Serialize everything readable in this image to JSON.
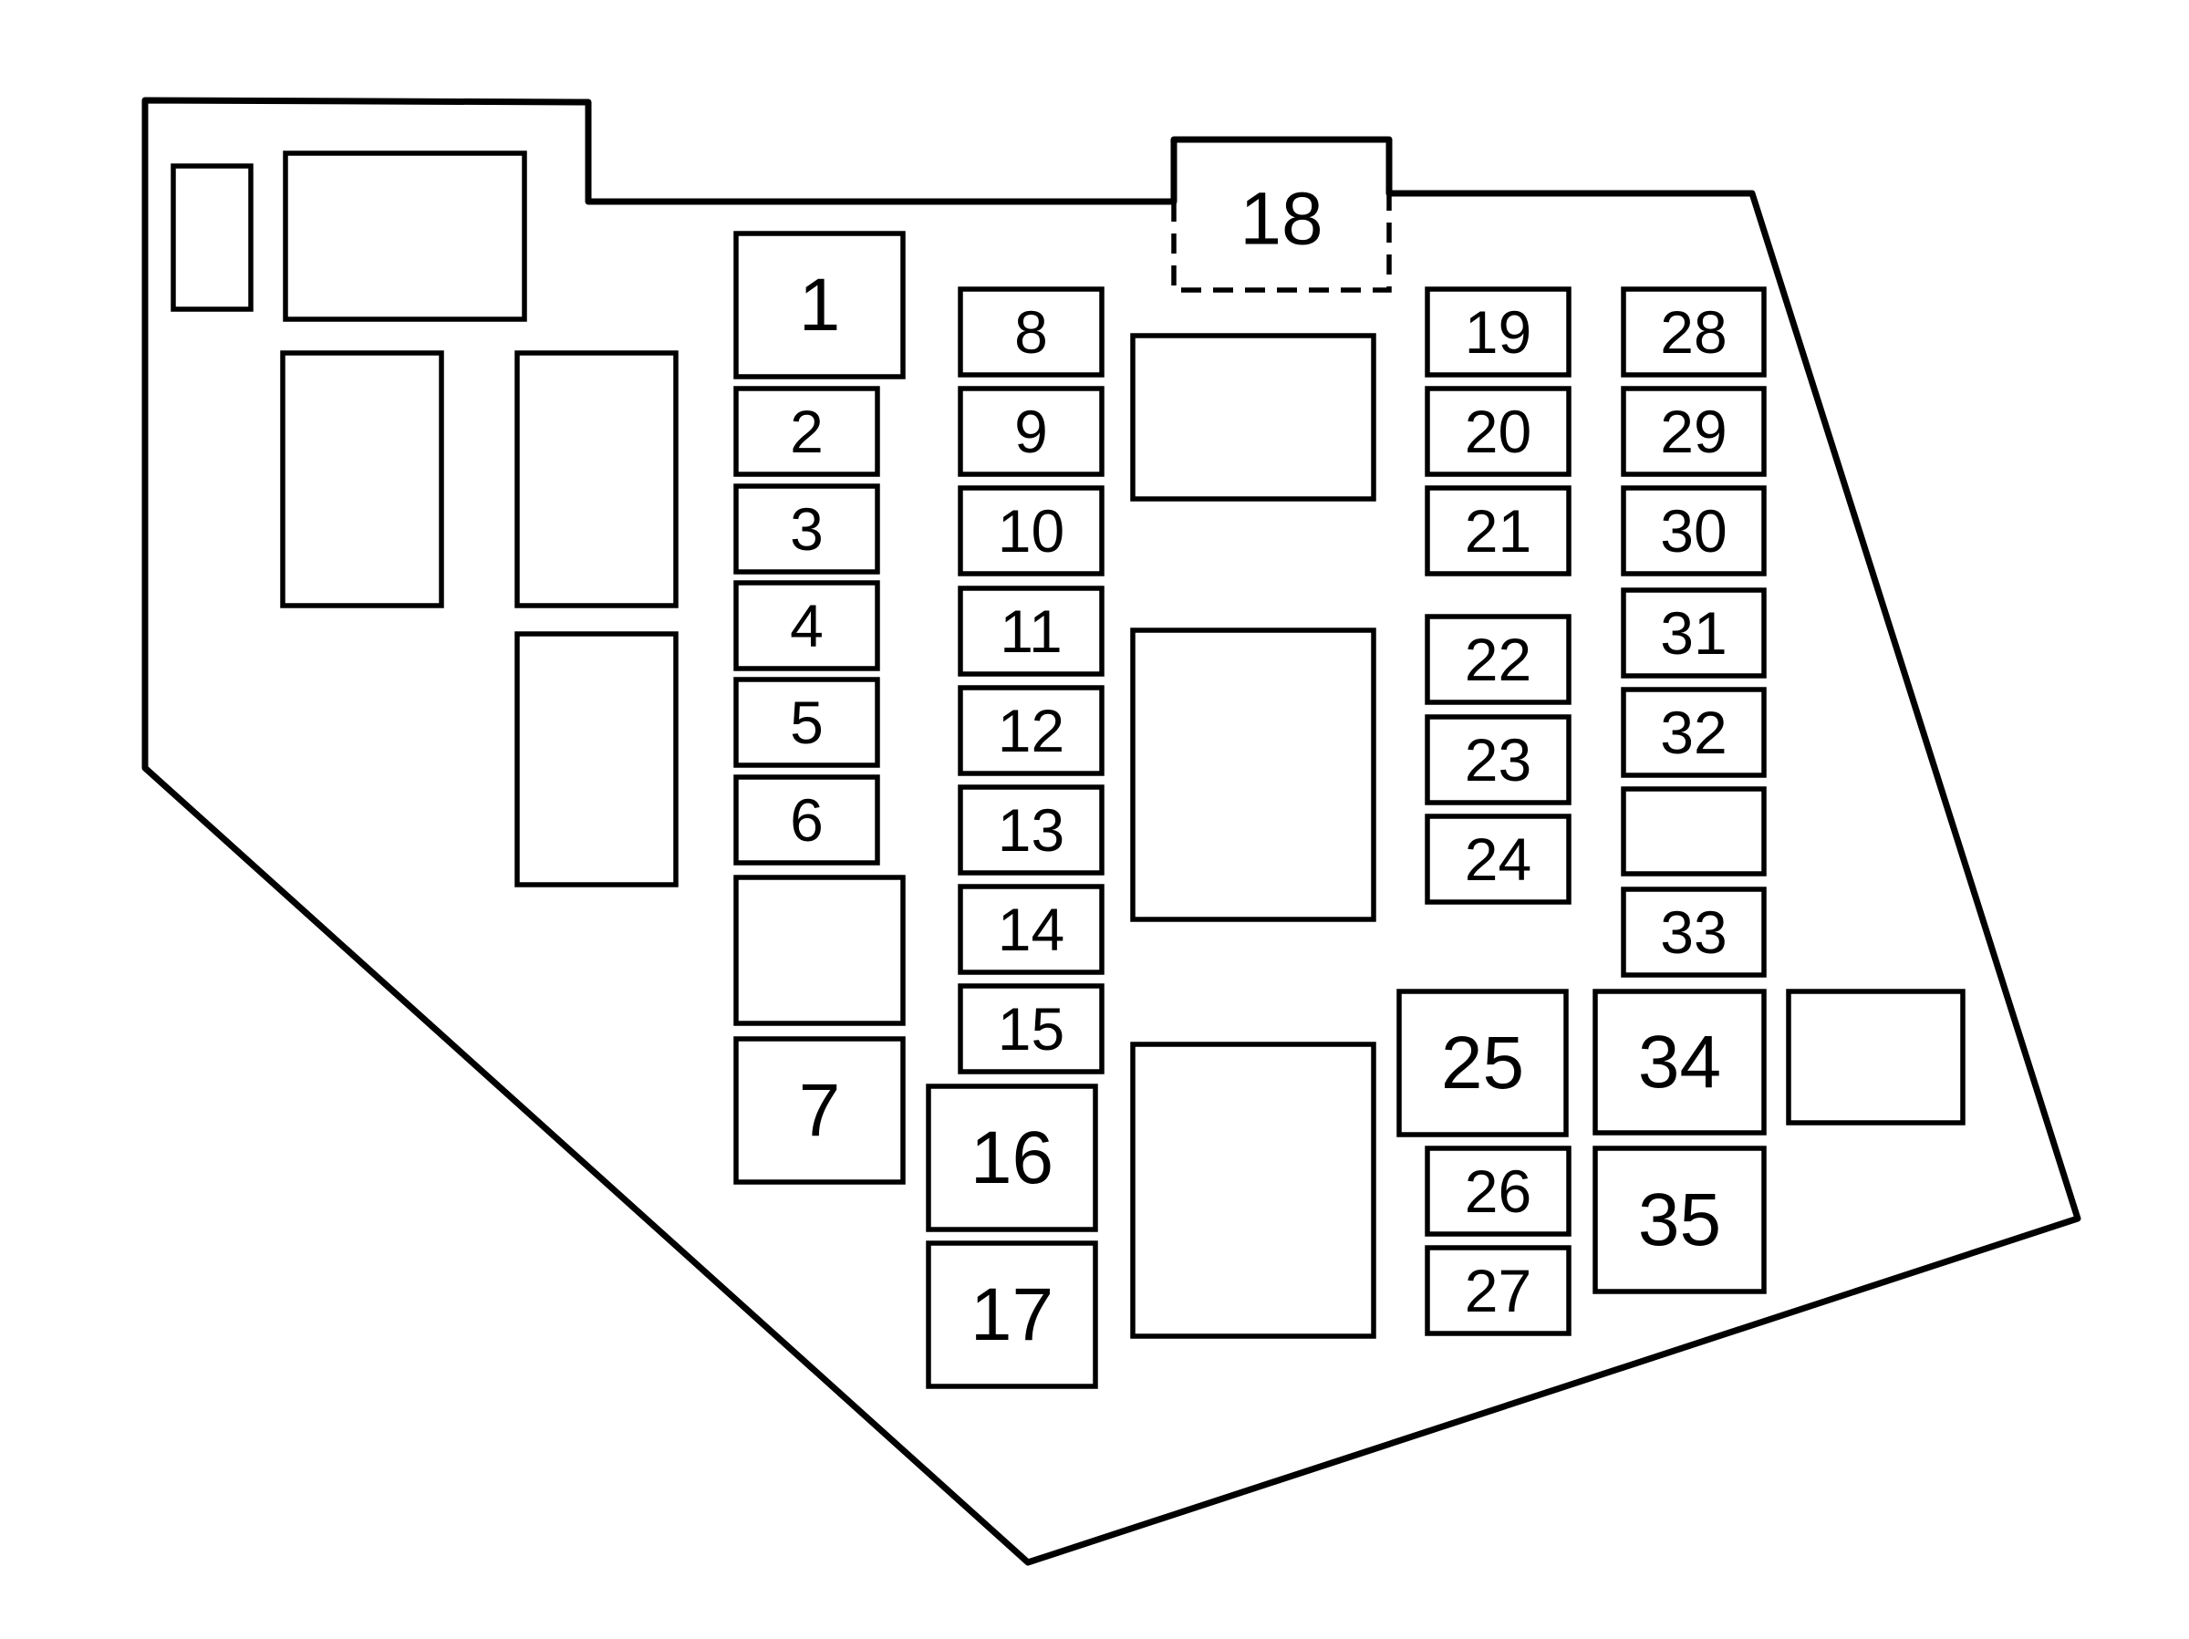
{
  "fuses": [
    {
      "id": "fuse-1",
      "label": "1"
    },
    {
      "id": "fuse-2",
      "label": "2"
    },
    {
      "id": "fuse-3",
      "label": "3"
    },
    {
      "id": "fuse-4",
      "label": "4"
    },
    {
      "id": "fuse-5",
      "label": "5"
    },
    {
      "id": "fuse-6",
      "label": "6"
    },
    {
      "id": "fuse-7",
      "label": "7"
    },
    {
      "id": "fuse-8",
      "label": "8"
    },
    {
      "id": "fuse-9",
      "label": "9"
    },
    {
      "id": "fuse-10",
      "label": "10"
    },
    {
      "id": "fuse-11",
      "label": "11"
    },
    {
      "id": "fuse-12",
      "label": "12"
    },
    {
      "id": "fuse-13",
      "label": "13"
    },
    {
      "id": "fuse-14",
      "label": "14"
    },
    {
      "id": "fuse-15",
      "label": "15"
    },
    {
      "id": "fuse-16",
      "label": "16"
    },
    {
      "id": "fuse-17",
      "label": "17"
    },
    {
      "id": "fuse-18",
      "label": "18"
    },
    {
      "id": "fuse-19",
      "label": "19"
    },
    {
      "id": "fuse-20",
      "label": "20"
    },
    {
      "id": "fuse-21",
      "label": "21"
    },
    {
      "id": "fuse-22",
      "label": "22"
    },
    {
      "id": "fuse-23",
      "label": "23"
    },
    {
      "id": "fuse-24",
      "label": "24"
    },
    {
      "id": "fuse-25",
      "label": "25"
    },
    {
      "id": "fuse-26",
      "label": "26"
    },
    {
      "id": "fuse-27",
      "label": "27"
    },
    {
      "id": "fuse-28",
      "label": "28"
    },
    {
      "id": "fuse-29",
      "label": "29"
    },
    {
      "id": "fuse-30",
      "label": "30"
    },
    {
      "id": "fuse-31",
      "label": "31"
    },
    {
      "id": "fuse-32",
      "label": "32"
    },
    {
      "id": "fuse-33",
      "label": "33"
    },
    {
      "id": "fuse-34",
      "label": "34"
    },
    {
      "id": "fuse-35",
      "label": "35"
    }
  ],
  "colors": {
    "stroke": "#000000",
    "background": "#ffffff"
  }
}
